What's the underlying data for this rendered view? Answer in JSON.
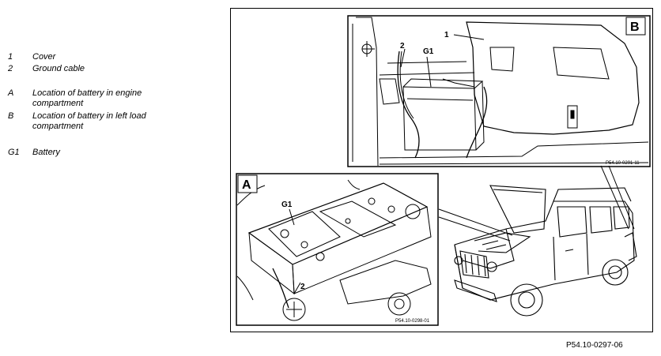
{
  "legend": [
    {
      "key": "1",
      "text": "Cover"
    },
    {
      "key": "2",
      "text": "Ground cable"
    },
    {
      "key": "A",
      "text": "Location of battery in engine compartment"
    },
    {
      "key": "B",
      "text": "Location of battery in left load compartment"
    },
    {
      "key": "G1",
      "text": "Battery"
    }
  ],
  "figure": {
    "panel_b": {
      "letter": "B",
      "callout_1": "1",
      "callout_2": "2",
      "callout_g1": "G1",
      "code": "P54.10-0291-11"
    },
    "panel_a": {
      "letter": "A",
      "callout_g1": "G1",
      "callout_2": "2",
      "code": "P54.10-0298-01"
    },
    "reference": "P54.10-0297-06"
  }
}
